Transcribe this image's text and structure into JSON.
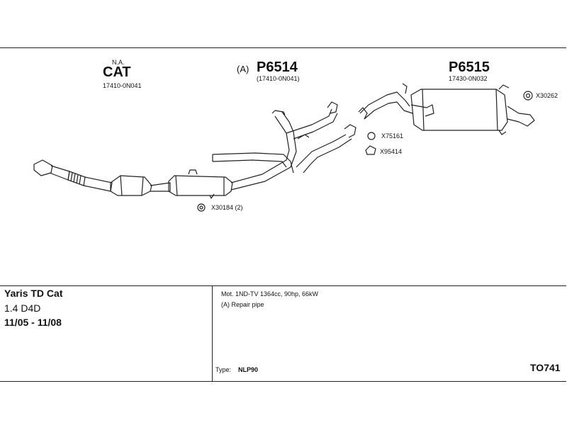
{
  "parts": {
    "cat": {
      "note": "N.A.",
      "code": "CAT",
      "oem": "17410-0N041"
    },
    "p6514": {
      "prefix": "(A)",
      "code": "P6514",
      "oem": "(17410-0N041)"
    },
    "p6515": {
      "code": "P6515",
      "oem": "17430-0N032"
    }
  },
  "accessories": {
    "x30184": "X30184 (2)",
    "x75161": "X75161",
    "x95414": "X95414",
    "x30262": "X30262"
  },
  "vehicle": {
    "model": "Yaris TD Cat",
    "engine": "1.4 D4D",
    "years": "11/05 - 11/08"
  },
  "notes": {
    "motor": "Mot. 1ND-TV 1364cc, 90hp, 66kW",
    "repair": "(A) Repair pipe",
    "type_label": "Type:",
    "type_value": "NLP90"
  },
  "sheet_code": "TO741"
}
